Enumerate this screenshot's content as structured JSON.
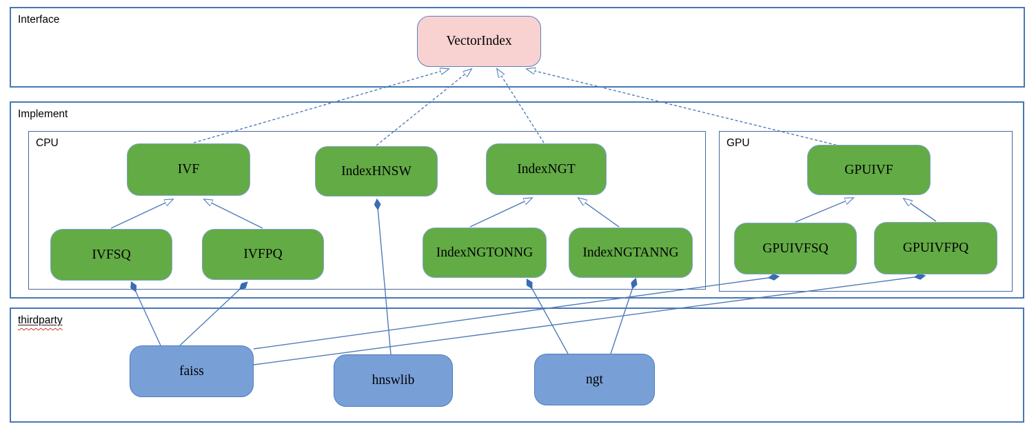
{
  "diagram": {
    "containers": {
      "interface": {
        "label": "Interface"
      },
      "implement": {
        "label": "Implement"
      },
      "cpu": {
        "label": "CPU"
      },
      "gpu": {
        "label": "GPU"
      },
      "thirdparty": {
        "label": "thirdparty"
      }
    },
    "nodes": {
      "vectorindex": {
        "label": "VectorIndex",
        "category": "interface"
      },
      "ivf": {
        "label": "IVF",
        "category": "cpu-implementation"
      },
      "indexhnsw": {
        "label": "IndexHNSW",
        "category": "cpu-implementation"
      },
      "indexngt": {
        "label": "IndexNGT",
        "category": "cpu-implementation"
      },
      "ivfsq": {
        "label": "IVFSQ",
        "category": "cpu-implementation"
      },
      "ivfpq": {
        "label": "IVFPQ",
        "category": "cpu-implementation"
      },
      "indexngtonng": {
        "label": "IndexNGTONNG",
        "category": "cpu-implementation"
      },
      "indexngtanng": {
        "label": "IndexNGTANNG",
        "category": "cpu-implementation"
      },
      "gpuivf": {
        "label": "GPUIVF",
        "category": "gpu-implementation"
      },
      "gpuivfsq": {
        "label": "GPUIVFSQ",
        "category": "gpu-implementation"
      },
      "gpuivfpq": {
        "label": "GPUIVFPQ",
        "category": "gpu-implementation"
      },
      "faiss": {
        "label": "faiss",
        "category": "thirdparty-library"
      },
      "hnswlib": {
        "label": "hnswlib",
        "category": "thirdparty-library"
      },
      "ngt": {
        "label": "ngt",
        "category": "thirdparty-library"
      }
    },
    "edges": [
      {
        "from": "IVF",
        "to": "VectorIndex",
        "relation": "implements",
        "style": "dashed-hollow-arrow"
      },
      {
        "from": "IndexHNSW",
        "to": "VectorIndex",
        "relation": "implements",
        "style": "dashed-hollow-arrow"
      },
      {
        "from": "IndexNGT",
        "to": "VectorIndex",
        "relation": "implements",
        "style": "dashed-hollow-arrow"
      },
      {
        "from": "GPUIVF",
        "to": "VectorIndex",
        "relation": "implements",
        "style": "dashed-hollow-arrow"
      },
      {
        "from": "IVFSQ",
        "to": "IVF",
        "relation": "extends",
        "style": "solid-hollow-arrow"
      },
      {
        "from": "IVFPQ",
        "to": "IVF",
        "relation": "extends",
        "style": "solid-hollow-arrow"
      },
      {
        "from": "IndexNGTONNG",
        "to": "IndexNGT",
        "relation": "extends",
        "style": "solid-hollow-arrow"
      },
      {
        "from": "IndexNGTANNG",
        "to": "IndexNGT",
        "relation": "extends",
        "style": "solid-hollow-arrow"
      },
      {
        "from": "GPUIVFSQ",
        "to": "GPUIVF",
        "relation": "extends",
        "style": "solid-hollow-arrow"
      },
      {
        "from": "GPUIVFPQ",
        "to": "GPUIVF",
        "relation": "extends",
        "style": "solid-hollow-arrow"
      },
      {
        "from": "IVFSQ",
        "to": "faiss",
        "relation": "composes",
        "style": "solid-filled-diamond"
      },
      {
        "from": "IVFPQ",
        "to": "faiss",
        "relation": "composes",
        "style": "solid-filled-diamond"
      },
      {
        "from": "IndexHNSW",
        "to": "hnswlib",
        "relation": "composes",
        "style": "solid-filled-diamond"
      },
      {
        "from": "IndexNGTONNG",
        "to": "ngt",
        "relation": "composes",
        "style": "solid-filled-diamond"
      },
      {
        "from": "IndexNGTANNG",
        "to": "ngt",
        "relation": "composes",
        "style": "solid-filled-diamond"
      },
      {
        "from": "GPUIVFSQ",
        "to": "faiss",
        "relation": "composes",
        "style": "solid-filled-diamond"
      },
      {
        "from": "GPUIVFPQ",
        "to": "faiss",
        "relation": "composes",
        "style": "solid-filled-diamond"
      }
    ],
    "colors": {
      "node_green": "#63ab45",
      "node_blue": "#78a0d7",
      "node_pink": "#f8d2d0",
      "edge_line": "#4f7bb8",
      "container_border": "#4677b4",
      "spellcheck_squiggle": "#d93025"
    }
  }
}
